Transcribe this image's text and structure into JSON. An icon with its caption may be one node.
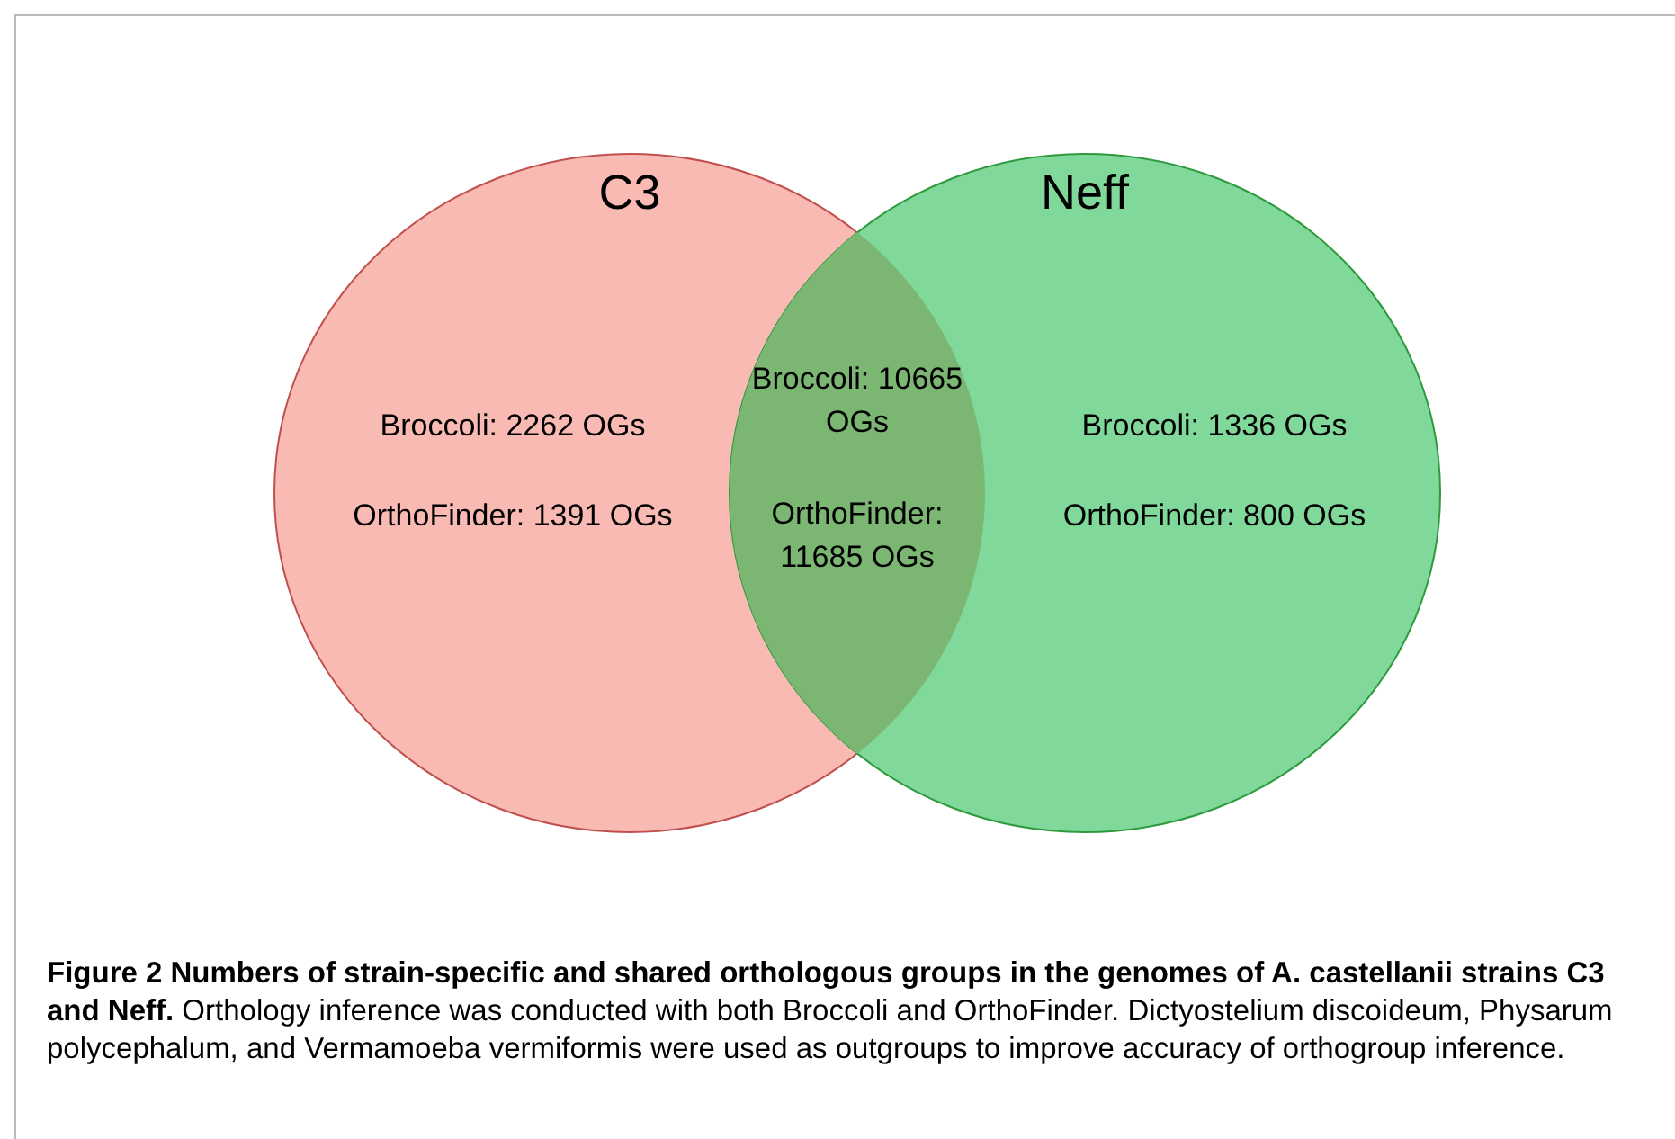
{
  "diagram": {
    "caption": "**Figure 2 Numbers of strain-specific and shared orthologous groups in the genomes of A. castellanii strains C3 and Neff.** Orthology inference was conducted with both Broccoli and OrthoFinder. Dictyostelium discoideum, Physarum polycephalum, and Vermamoeba vermiformis were used as outgroups to improve accuracy of orthogroup inference.",
    "nodes": [
      {
        "text": [
          "C3",
          "Broccoli: 2262 OGs",
          "OrthoFinder: 1391 OGs"
        ]
      },
      {
        "text": [
          "Neff",
          "Broccoli: 1336 OGs",
          "OrthoFinder: 800 OGs"
        ]
      },
      {
        "text": [
          "Broccoli: 10665 OGs",
          "OrthoFinder: 11685 OGs"
        ]
      }
    ]
  }
}
